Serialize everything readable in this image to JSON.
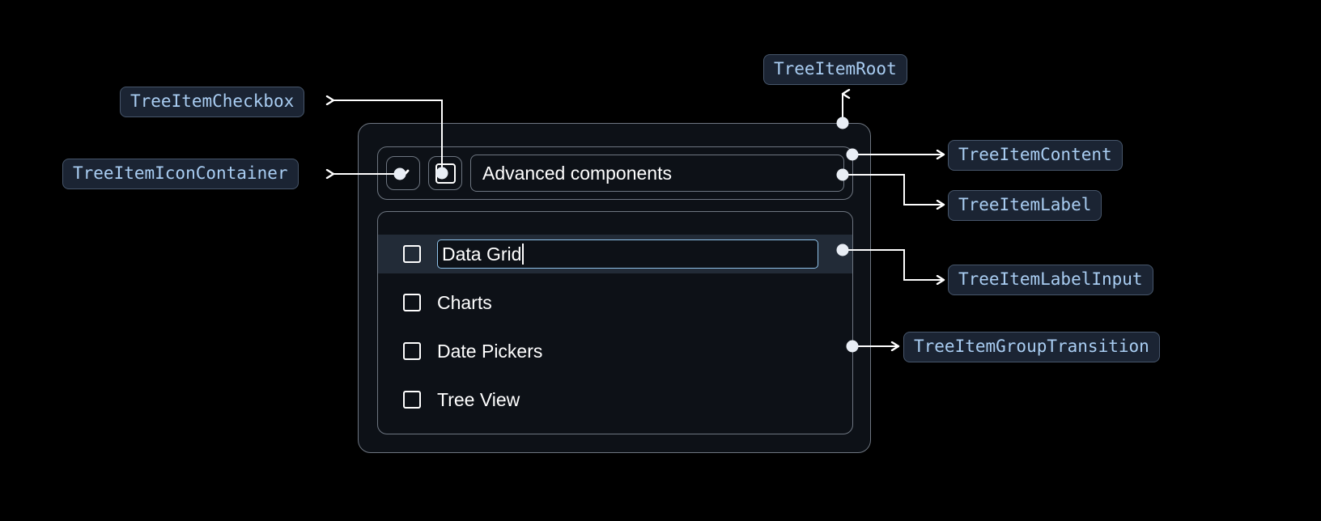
{
  "diagram": {
    "title": "TreeItem anatomy annotation diagram",
    "background_color": "#000000",
    "badge_bg_color": "#1b2433",
    "badge_border_color": "#47566b",
    "badge_text_color": "#a9cdf2",
    "connector_color": "#ffffff",
    "card_bg_color": "#0d1117",
    "card_border_color": "#6e7681",
    "selected_row_color": "#222b37",
    "input_focus_border_color": "#8fc3ea"
  },
  "annotations": [
    {
      "id": "tree-item-checkbox",
      "label": "TreeItemCheckbox"
    },
    {
      "id": "tree-item-icon-container",
      "label": "TreeItemIconContainer"
    },
    {
      "id": "tree-item-root",
      "label": "TreeItemRoot"
    },
    {
      "id": "tree-item-content",
      "label": "TreeItemContent"
    },
    {
      "id": "tree-item-label",
      "label": "TreeItemLabel"
    },
    {
      "id": "tree-item-label-input",
      "label": "TreeItemLabelInput"
    },
    {
      "id": "tree-item-group-transition",
      "label": "TreeItemGroupTransition"
    }
  ],
  "tree": {
    "root": {
      "label": "Advanced components",
      "expanded": true,
      "expand_icon": "chevron-down-icon",
      "checkbox_checked": false
    },
    "children": [
      {
        "label": "Data Grid",
        "checked": false,
        "editing": true,
        "input_value": "Data Grid"
      },
      {
        "label": "Charts",
        "checked": false,
        "editing": false
      },
      {
        "label": "Date Pickers",
        "checked": false,
        "editing": false
      },
      {
        "label": "Tree View",
        "checked": false,
        "editing": false
      }
    ]
  }
}
